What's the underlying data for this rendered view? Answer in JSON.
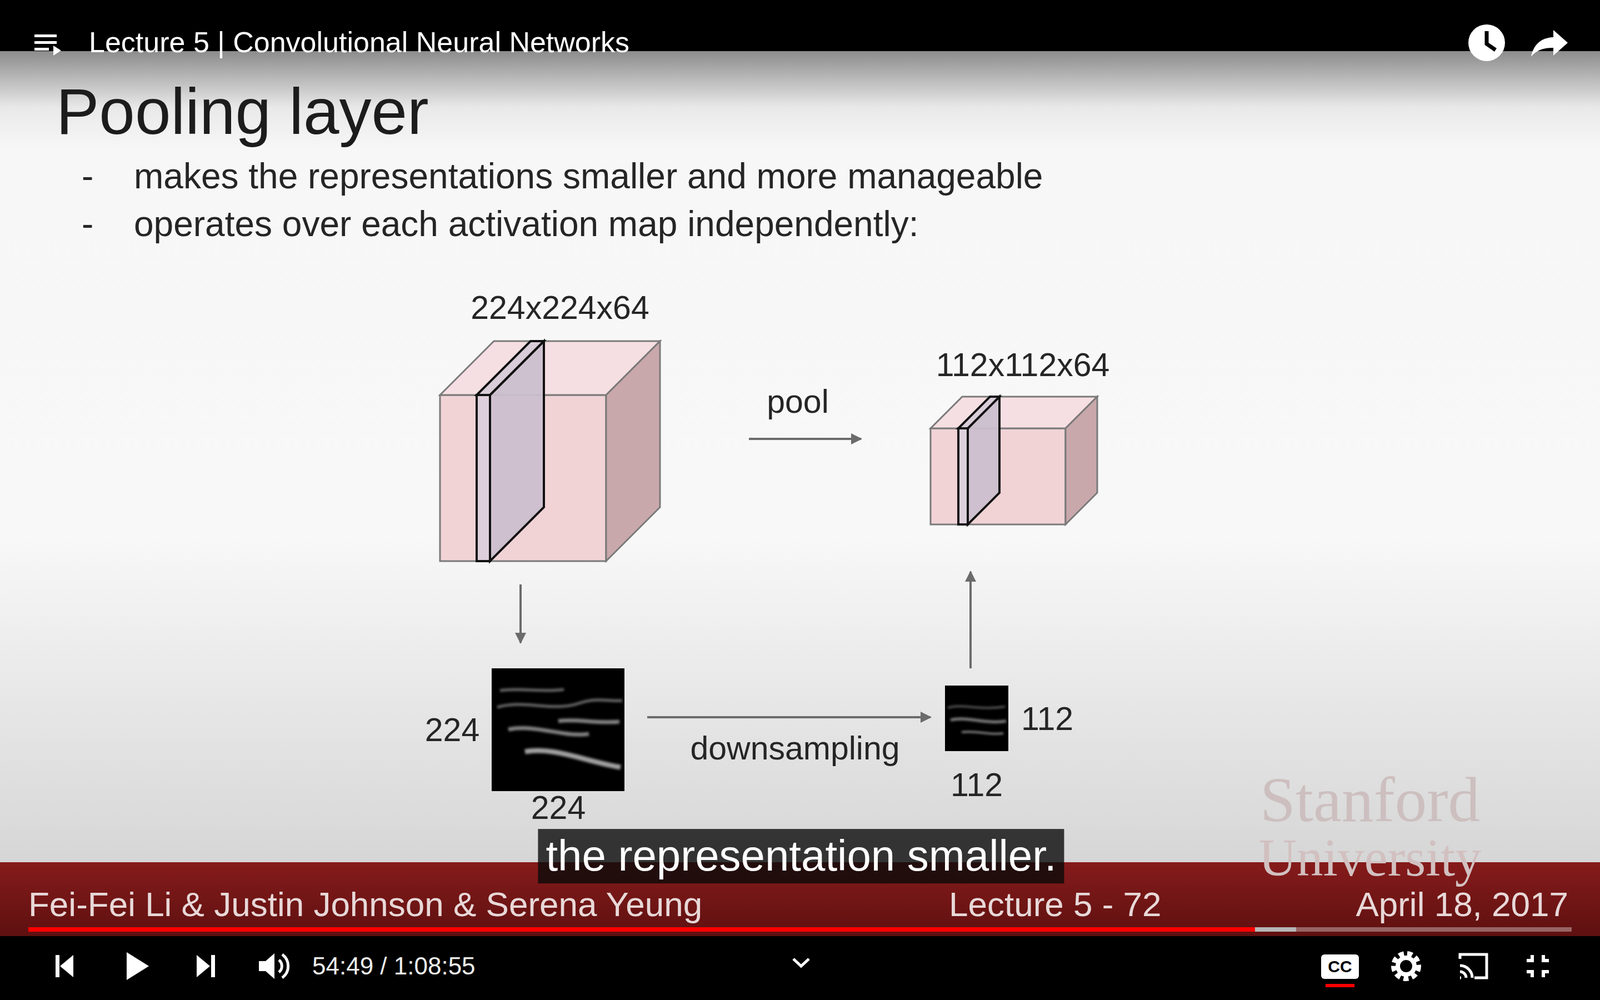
{
  "diagram": {
    "title": "Pooling layer",
    "nodes": [
      {
        "text": [
          "224x224x64"
        ]
      },
      {
        "text": [
          "112x112x64"
        ]
      },
      {
        "text": [
          "224",
          "224"
        ]
      },
      {
        "text": [
          "112",
          "112"
        ]
      }
    ],
    "edges": [
      {
        "from": 0,
        "to": 1,
        "arrow": "to",
        "label": "pool"
      },
      {
        "from": 0,
        "to": 2,
        "arrow": "to"
      },
      {
        "from": 2,
        "to": 3,
        "arrow": "to",
        "label": "downsampling"
      },
      {
        "from": 3,
        "to": 1,
        "arrow": "to"
      }
    ],
    "labels": [
      "Lecture 5 | Convolutional Neural Networks",
      "-",
      "makes the representations smaller and more manageable",
      "-",
      "operates over each activation map independently:",
      "Stanford",
      "University",
      "the representation smaller.",
      "Fei-Fei Li & Justin Johnson & Serena Yeung",
      "Lecture 5 - 72",
      "April 18, 2017",
      "54:49 / 1:08:55",
      "CC"
    ]
  }
}
